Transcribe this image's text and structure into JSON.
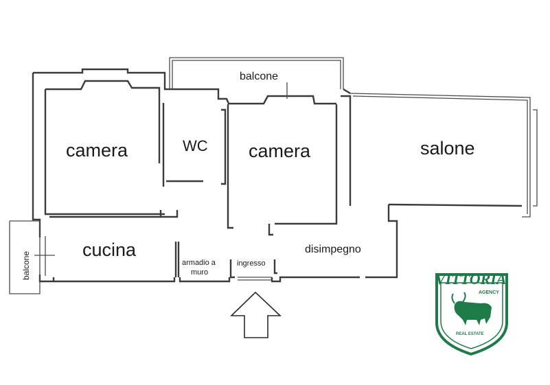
{
  "rooms": {
    "camera_left": "camera",
    "wc": "WC",
    "camera_center": "camera",
    "salone": "salone",
    "cucina": "cucina",
    "balcone_top": "balcone",
    "balcone_left": "balcone",
    "disimpegno": "disimpegno",
    "armadio_line1": "armadio a",
    "armadio_line2": "muro",
    "ingresso": "ingresso"
  },
  "logo": {
    "brand": "VITTORIA",
    "sub": "AGENCY",
    "tagline": "REAL ESTATE",
    "color": "#1f7a4a",
    "icon": "bull-icon"
  },
  "entrance_arrow": "up-arrow-icon"
}
